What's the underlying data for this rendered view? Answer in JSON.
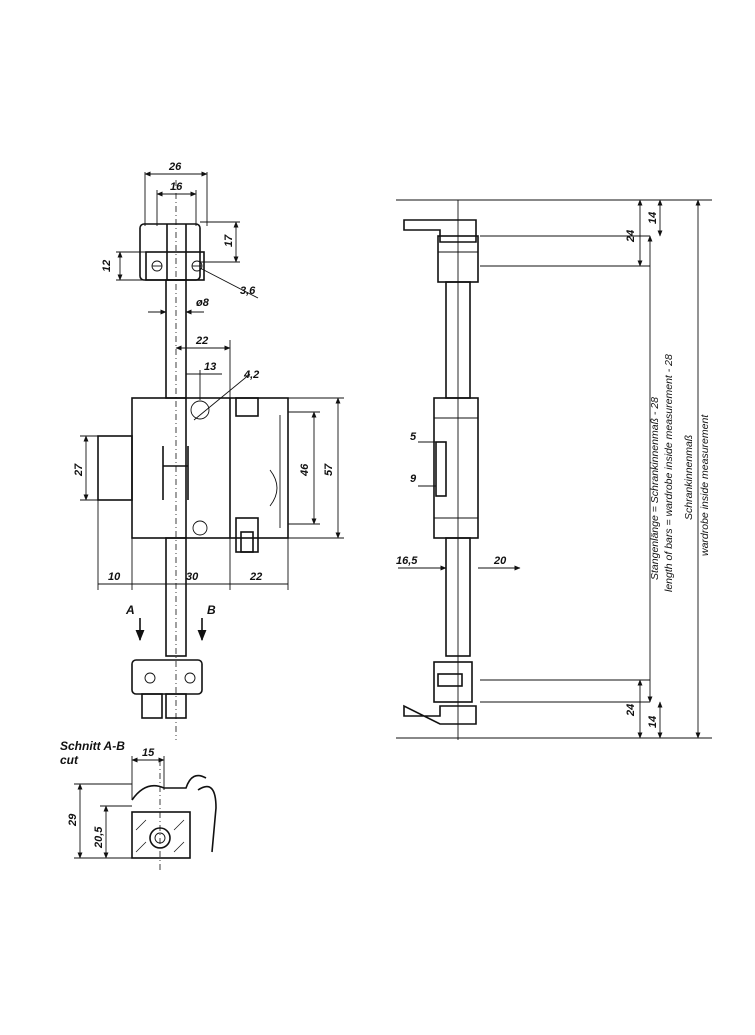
{
  "front_view": {
    "dims": {
      "top_width": "26",
      "top_inner": "16",
      "top_height": "17",
      "top_left": "12",
      "screw": "3,6",
      "rod_dia": "ø8",
      "offset_22": "22",
      "offset_13": "13",
      "angle": "4,2",
      "height_27": "27",
      "height_46": "46",
      "height_57": "57",
      "bottom_10": "10",
      "bottom_30": "30",
      "bottom_22": "22"
    },
    "section_a": "A",
    "section_b": "B"
  },
  "section_view": {
    "title_line1": "Schnitt A-B",
    "title_line2": "cut",
    "dims": {
      "width_15": "15",
      "height_29": "29",
      "height_20_5": "20,5"
    }
  },
  "side_view": {
    "dims": {
      "top_24": "24",
      "top_14": "14",
      "slot_5": "5",
      "slot_9": "9",
      "left_16_5": "16,5",
      "right_20": "20",
      "bottom_24": "24",
      "bottom_14": "14"
    },
    "text_line1": "Stangenlänge = Schrankinnenmaß - 28",
    "text_line2": "length of bars = wardrobe inside measurement - 28",
    "text_line3": "Schrankinnenmaß",
    "text_line4": "wardrobe inside measurement"
  }
}
